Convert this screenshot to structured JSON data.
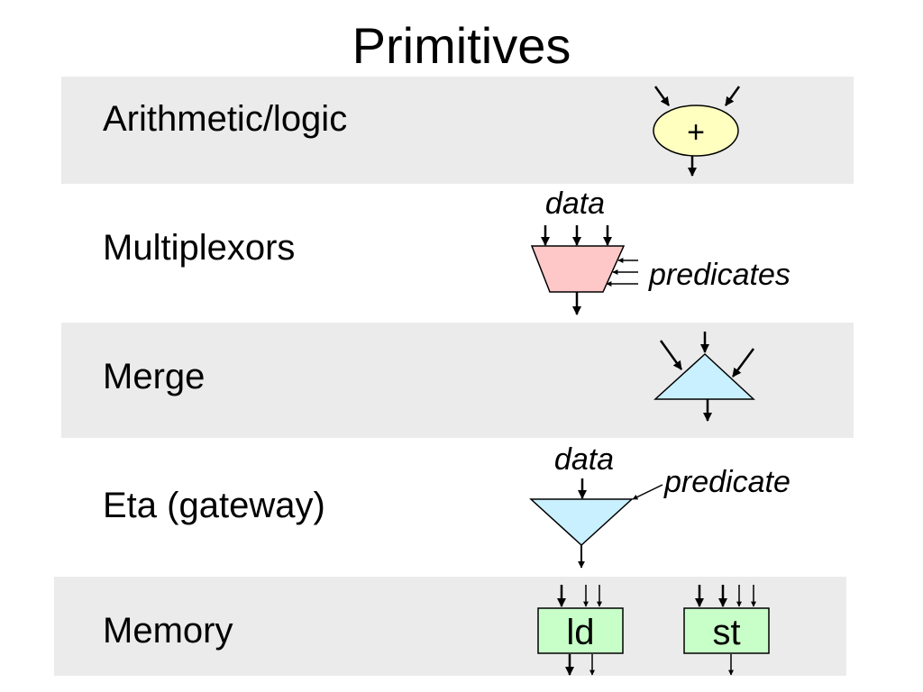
{
  "title": "Primitives",
  "rows": [
    {
      "label": "Arithmetic/logic"
    },
    {
      "label": "Multiplexors"
    },
    {
      "label": "Merge"
    },
    {
      "label": "Eta (gateway)"
    },
    {
      "label": "Memory"
    }
  ],
  "symbols": {
    "alu_op": "+",
    "mux_data": "data",
    "mux_predicates": "predicates",
    "eta_data": "data",
    "eta_predicate": "predicate",
    "load": "ld",
    "store": "st"
  },
  "colors": {
    "band": "#ebebeb",
    "alu_fill": "#ffffc0",
    "mux_fill": "#ffc8c8",
    "merge_fill": "#c8f0ff",
    "eta_fill": "#c8f0ff",
    "memory_fill": "#c8ffc8"
  }
}
